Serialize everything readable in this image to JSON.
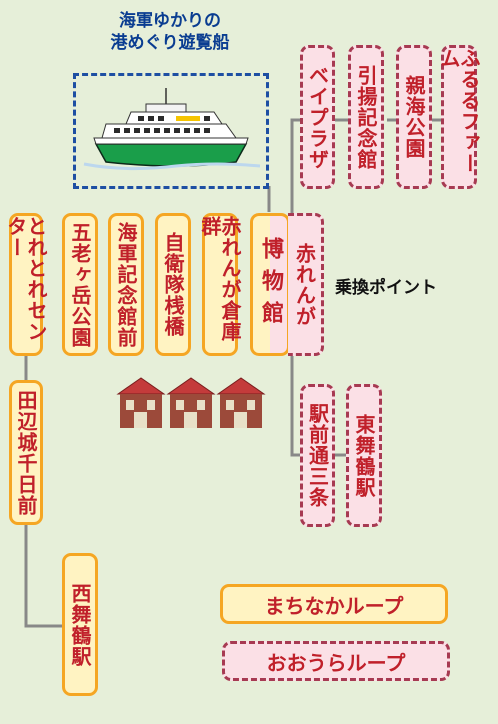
{
  "cruise": {
    "title_line1": "海軍ゆかりの",
    "title_line2": "港めぐり遊覧船"
  },
  "stops": {
    "tore_tore_center": "とれとれセンター",
    "tanabe_jo_senninmae": "田辺城千日前",
    "nishi_maizuru_eki": "西舞鶴駅",
    "gorogatake_koen": "五老ヶ岳公園",
    "kaigun_kinenkan_mae": "海軍記念館前",
    "jieitai_sanbashi": "自衛隊桟橋",
    "akarenga_sokogun": "赤れんが倉庫群",
    "hakubutsukan": "博物館",
    "akarenga": "赤れんが",
    "bay_plaza": "ベイプラザ",
    "hikiage_kinenkan": "引揚記念館",
    "shinkai_koen": "親海公園",
    "furusato_farm": "ふるるファーム",
    "ekimaedori_sanjo": "駅前通三条",
    "higashi_maizuru_eki": "東舞鶴駅"
  },
  "transfer_point": "乗換ポイント",
  "legend": {
    "machinaka_loop": "まちなかループ",
    "ooura_loop": "おおうらループ"
  },
  "colors": {
    "background": "#e6efd9",
    "machinaka_fill": "#fff3c2",
    "machinaka_border": "#f5a623",
    "ooura_fill": "#fbe0e6",
    "ooura_border": "#a73a52",
    "stop_text": "#c0202a",
    "cruise_accent": "#1e4fa3",
    "route_line": "#888888"
  }
}
